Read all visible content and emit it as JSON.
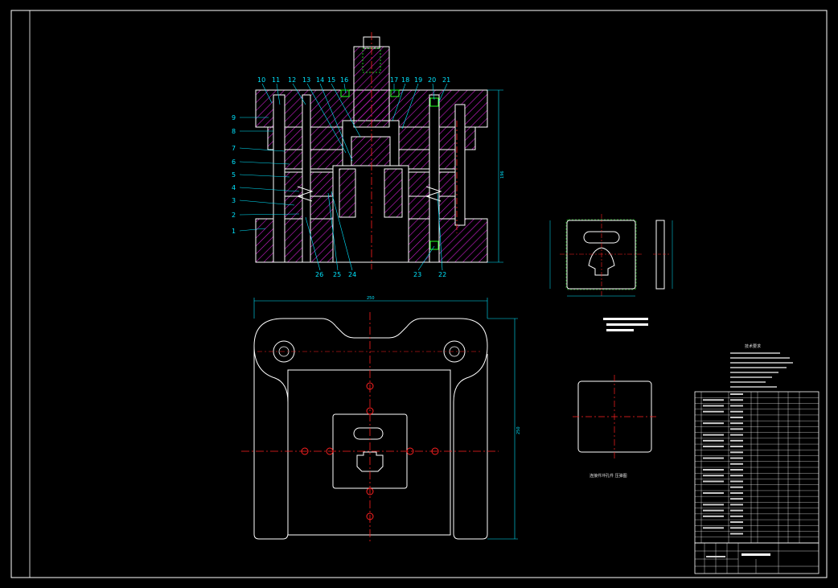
{
  "colors": {
    "background": "#000000",
    "outline": "#ffffff",
    "hatch": "#d020d0",
    "leader": "#00e5ff",
    "center": "#ff2020",
    "insert": "#20ff20",
    "dimension": "#00e5ff"
  },
  "callouts_left": [
    "9",
    "8",
    "7",
    "6",
    "5",
    "4",
    "3",
    "2",
    "1"
  ],
  "callouts_top": [
    "10",
    "11",
    "12",
    "13",
    "14",
    "15",
    "16",
    "17",
    "18",
    "19",
    "20",
    "21"
  ],
  "callouts_bottom": [
    "26",
    "25",
    "24",
    "23",
    "22"
  ],
  "dims": {
    "plate_width": "250",
    "plate_height": "250",
    "section_height": "196"
  },
  "notes": {
    "title": "技术要求",
    "caption": "连接件冲孔件   压弹图"
  },
  "icons": {
    "hatch": "diagonal-hatch-pattern",
    "centerline": "dash-dot-centerline"
  }
}
